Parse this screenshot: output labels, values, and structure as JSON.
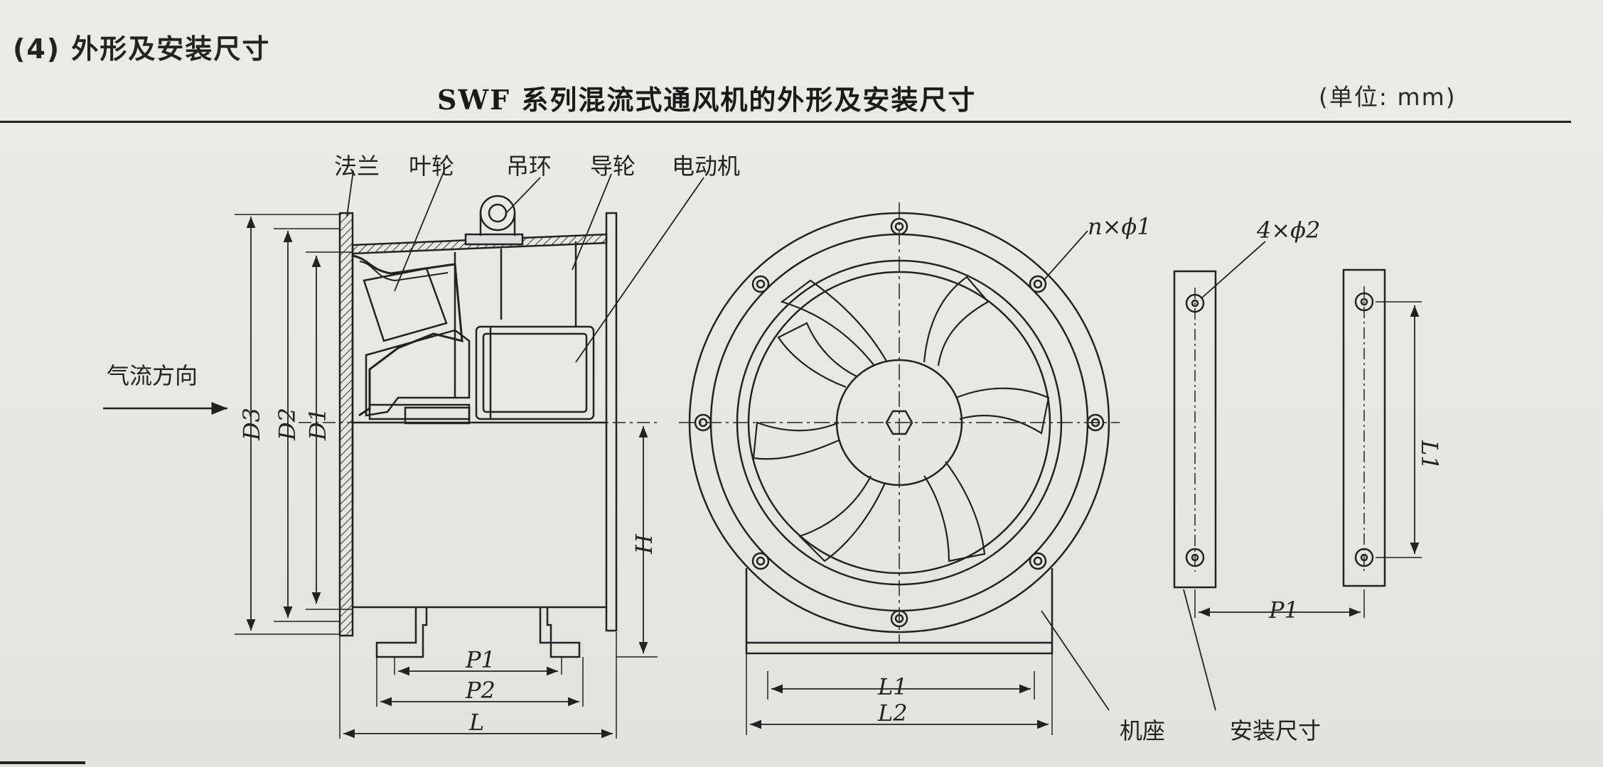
{
  "header": {
    "section_heading": "(4) 外形及安装尺寸",
    "figure_title": "SWF 系列混流式通风机的外形及安装尺寸",
    "unit_note": "(单位: mm)"
  },
  "side_view": {
    "labels": {
      "flange": "法兰",
      "impeller": "叶轮",
      "lifting_ring": "吊环",
      "guide_vane": "导轮",
      "motor": "电动机",
      "airflow_direction": "气流方向"
    },
    "dims": {
      "d3": "D3",
      "d2": "D2",
      "d1": "D1",
      "h": "H",
      "p1": "P1",
      "p2": "P2",
      "l": "L"
    }
  },
  "front_view": {
    "labels": {
      "bolt_holes": "n×ϕ1",
      "base": "机座"
    },
    "dims": {
      "l1": "L1",
      "l2": "L2"
    }
  },
  "mounting_view": {
    "labels": {
      "holes": "4×ϕ2",
      "mounting_size": "安装尺寸"
    },
    "dims": {
      "l1": "L1",
      "p1": "P1"
    }
  }
}
